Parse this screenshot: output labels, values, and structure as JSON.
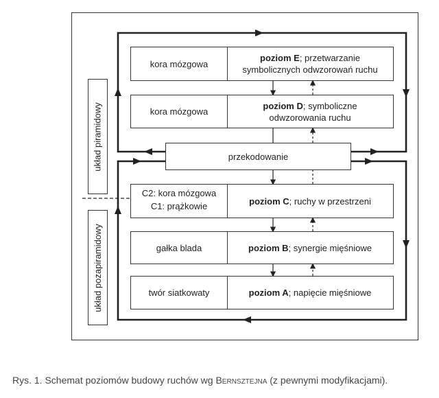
{
  "side_labels": {
    "pyramidal": "układ piramidowy",
    "extrapyramidal": "układ pozapiramidowy"
  },
  "levels": [
    {
      "id": "E",
      "left": "kora mózgowa",
      "bold": "poziom E",
      "rest": "; przetwarzanie symbolicznych odwzorowań ruchu"
    },
    {
      "id": "D",
      "left": "kora mózgowa",
      "bold": "poziom D",
      "rest": "; symboliczne odwzorowania ruchu"
    },
    {
      "id": "C",
      "left_top": "C2: kora mózgowa",
      "left_bottom": "C1: prążkowie",
      "bold": "poziom C",
      "rest": "; ruchy w przestrzeni"
    },
    {
      "id": "B",
      "left": "gałka blada",
      "bold": "poziom B",
      "rest": "; synergie mięśniowe"
    },
    {
      "id": "A",
      "left": "twór siatkowaty",
      "bold": "poziom A",
      "rest": "; napięcie mięśniowe"
    }
  ],
  "recoding": "przekodowanie",
  "caption": {
    "prefix": "Rys. 1. Schemat poziomów budowy ruchów wg ",
    "author": "Bernsztejna",
    "suffix": " (z pewnymi modyfikacjami)."
  }
}
